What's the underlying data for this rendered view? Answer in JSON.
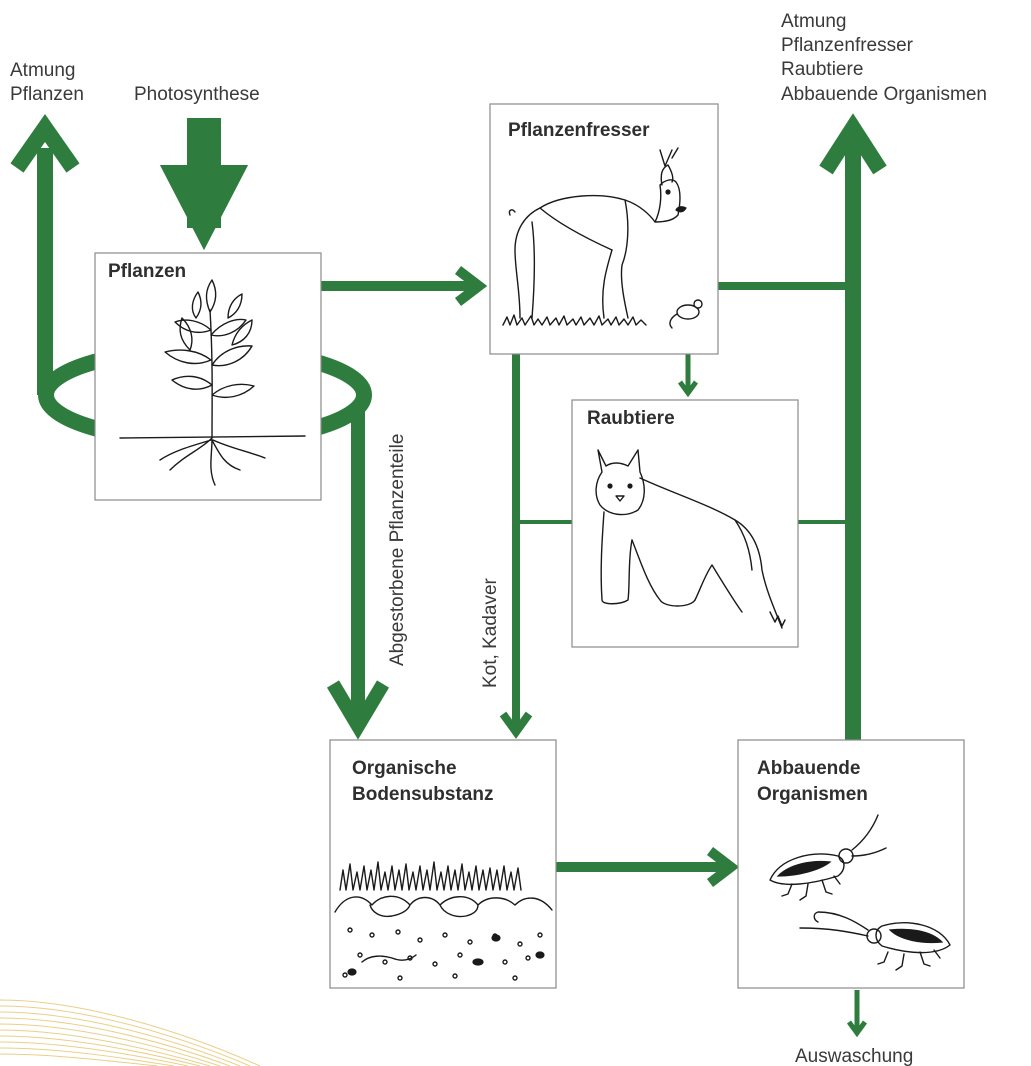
{
  "colors": {
    "flow": "#2e7d3e",
    "box_border": "#8a8a8a",
    "text": "#3a3a3a",
    "decoration": "#e6c36a"
  },
  "labels": {
    "respiration_plants": [
      "Atmung",
      "Pflanzen"
    ],
    "photosynthesis": "Photosynthese",
    "respiration_others": [
      "Atmung",
      "Pflanzenfresser",
      "Raubtiere",
      "Abbauende Organismen"
    ],
    "dead_plant_parts": "Abgestorbene Pflanzenteile",
    "feces_carcass": "Kot, Kadaver",
    "leaching": "Auswaschung"
  },
  "boxes": {
    "plants": {
      "title": [
        "Pflanzen"
      ],
      "illustration": "plant-drawing"
    },
    "herbivores": {
      "title": [
        "Pflanzenfresser"
      ],
      "illustration": "deer-and-mouse-drawing"
    },
    "predators": {
      "title": [
        "Raubtiere"
      ],
      "illustration": "lynx-drawing"
    },
    "soil": {
      "title": [
        "Organische",
        "Bodensubstanz"
      ],
      "illustration": "soil-drawing"
    },
    "decomposers": {
      "title": [
        "Abbauende",
        "Organismen"
      ],
      "illustration": "beetles-drawing"
    }
  }
}
